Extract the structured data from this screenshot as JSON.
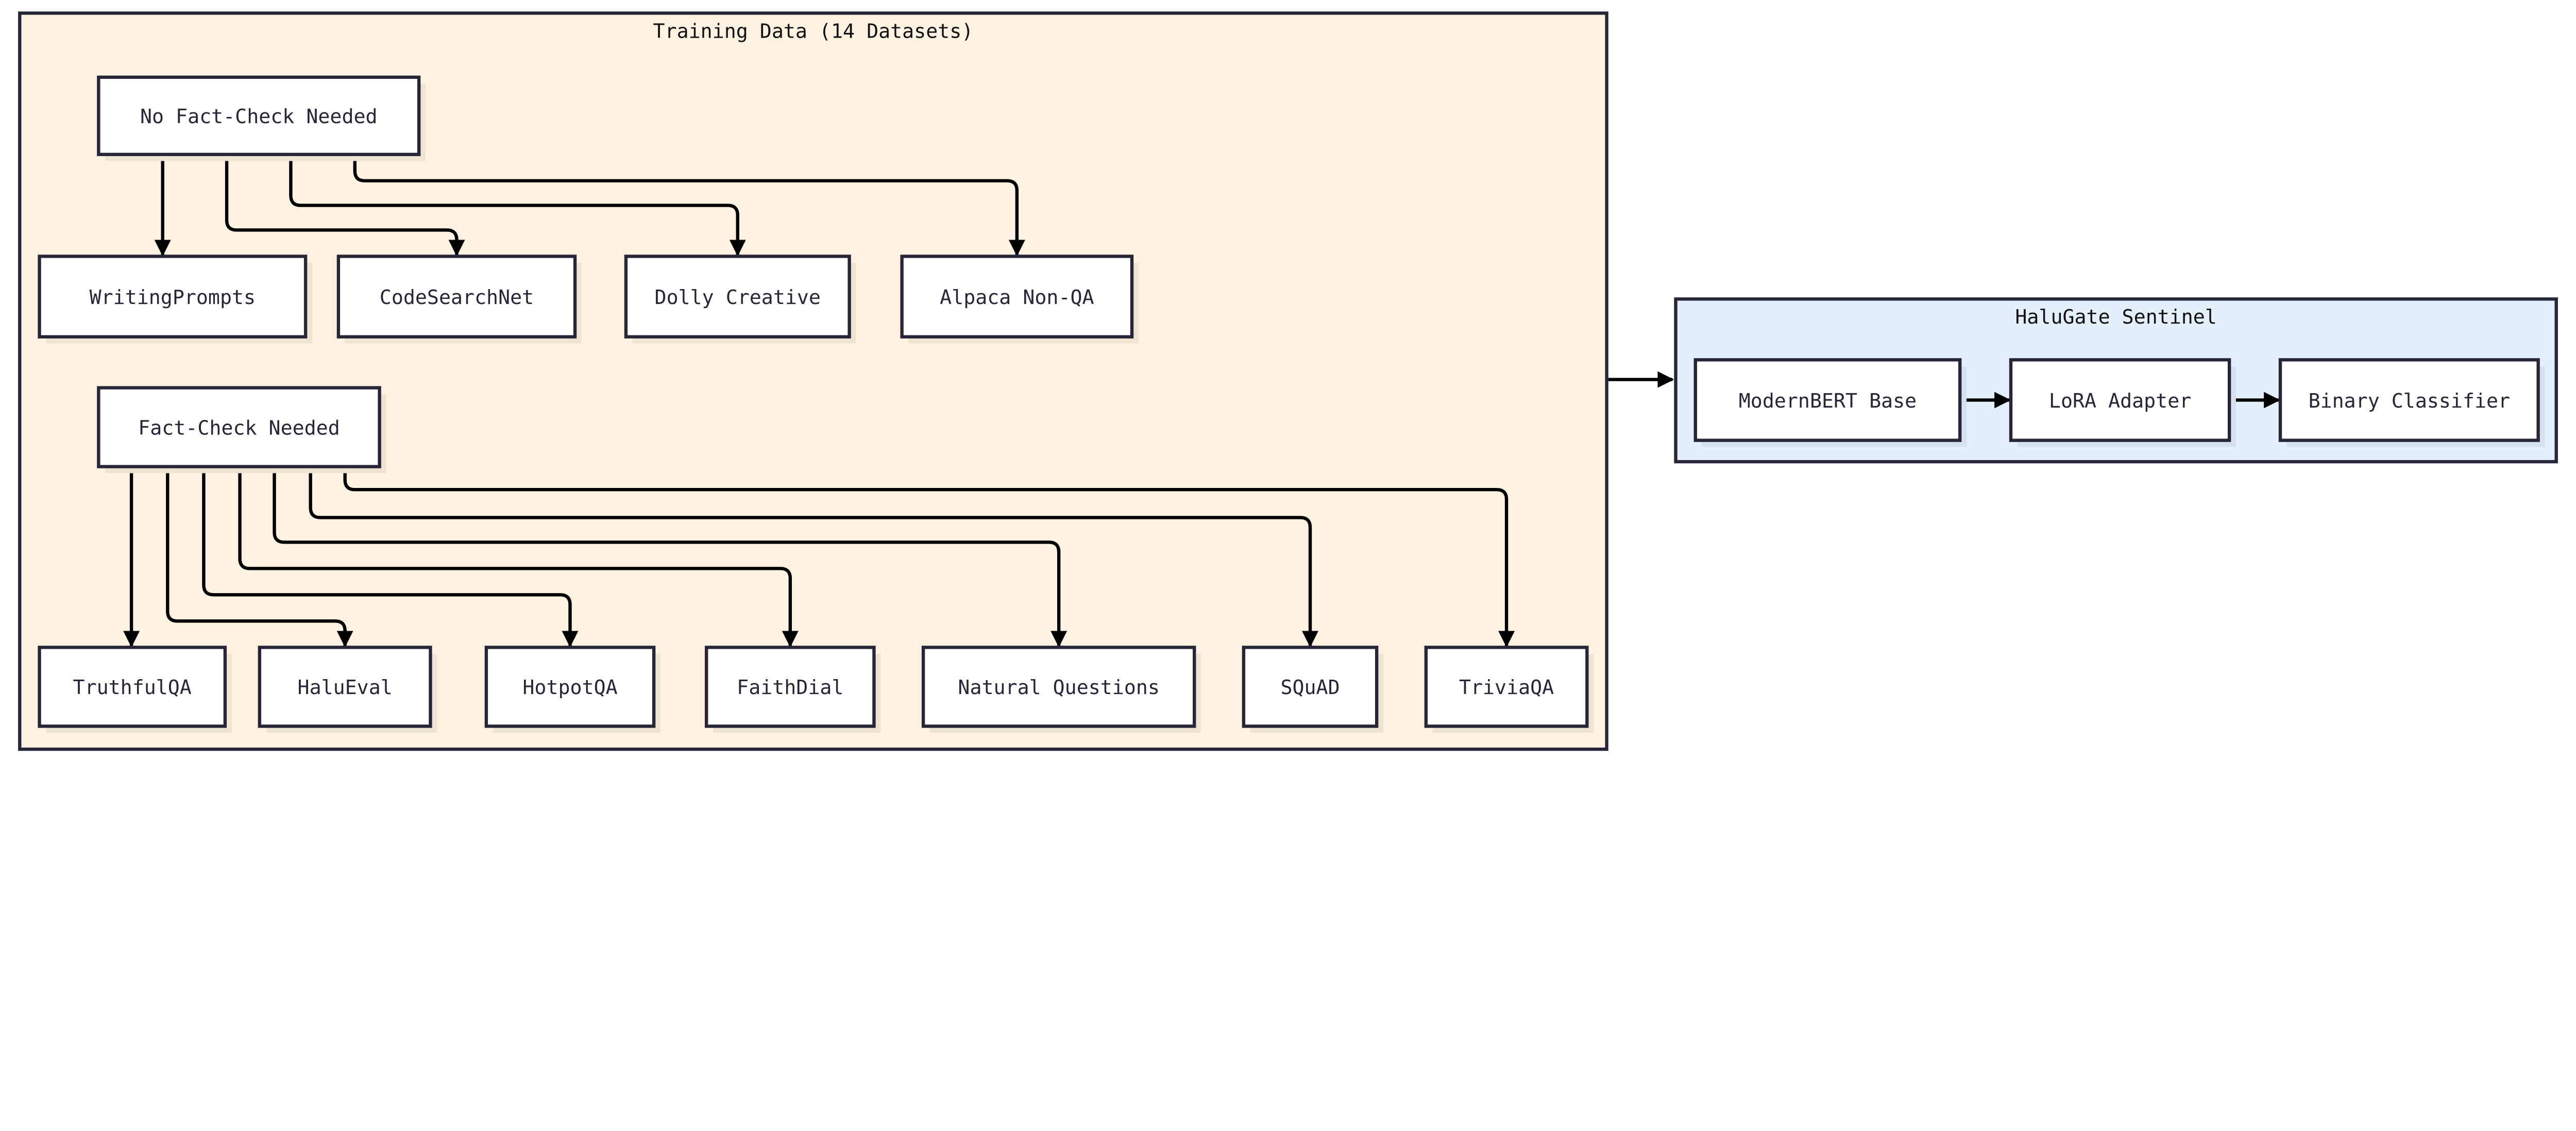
{
  "colors": {
    "stroke": "#262638",
    "edge": "#000000",
    "training_fill": "#fff2e0",
    "sentinel_fill": "#e3f0fb",
    "node_fill": "#ffffff"
  },
  "groups": {
    "training": {
      "title": "Training Data (14 Datasets)"
    },
    "sentinel": {
      "title": "HaluGate Sentinel"
    }
  },
  "nodes": {
    "no_fact": "No Fact-Check Needed",
    "writing": "WritingPrompts",
    "codesearch": "CodeSearchNet",
    "dolly": "Dolly Creative",
    "alpaca": "Alpaca Non-QA",
    "fact": "Fact-Check Needed",
    "truthful": "TruthfulQA",
    "halueval": "HaluEval",
    "hotpot": "HotpotQA",
    "faithdial": "FaithDial",
    "nq": "Natural Questions",
    "squad": "SQuAD",
    "trivia": "TriviaQA",
    "modernbert": "ModernBERT Base",
    "lora": "LoRA Adapter",
    "binary": "Binary Classifier"
  },
  "edges": [
    [
      "no_fact",
      "writing"
    ],
    [
      "no_fact",
      "codesearch"
    ],
    [
      "no_fact",
      "dolly"
    ],
    [
      "no_fact",
      "alpaca"
    ],
    [
      "fact",
      "truthful"
    ],
    [
      "fact",
      "halueval"
    ],
    [
      "fact",
      "hotpot"
    ],
    [
      "fact",
      "faithdial"
    ],
    [
      "fact",
      "nq"
    ],
    [
      "fact",
      "squad"
    ],
    [
      "fact",
      "trivia"
    ],
    [
      "training",
      "sentinel"
    ],
    [
      "modernbert",
      "lora"
    ],
    [
      "lora",
      "binary"
    ]
  ]
}
